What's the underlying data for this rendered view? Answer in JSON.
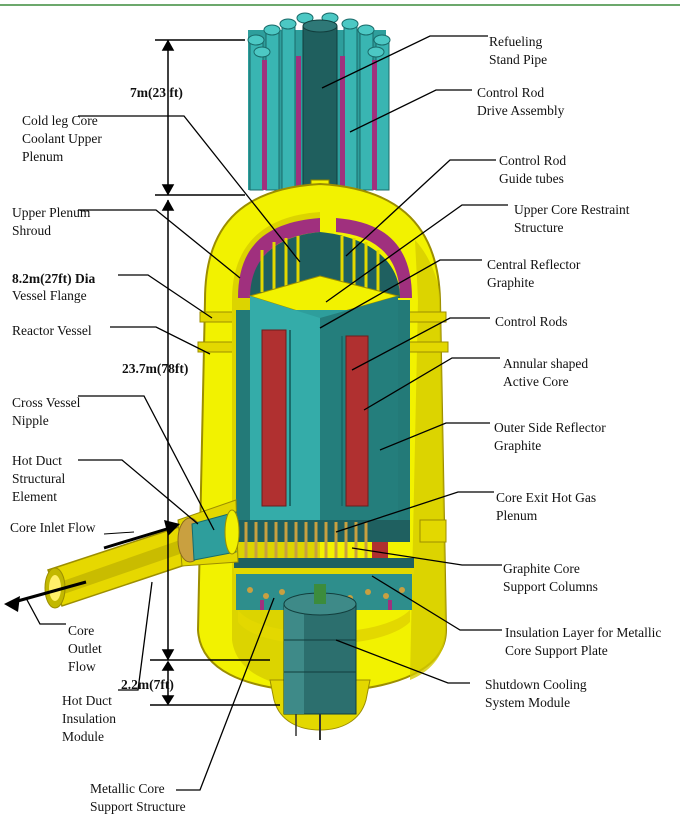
{
  "labels": {
    "refueling_stand_pipe": "Refueling\nStand Pipe",
    "control_rod_drive": "Control Rod\nDrive Assembly",
    "cold_leg_plenum": "Cold leg Core\nCoolant Upper\nPlenum",
    "control_rod_guide": "Control Rod\nGuide tubes",
    "upper_plenum_shroud": "Upper Plenum\nShroud",
    "upper_core_restraint": "Upper Core Restraint\nStructure",
    "vessel_flange_dim": "8.2m(27ft) Dia",
    "vessel_flange": "Vessel Flange",
    "central_reflector": "Central Reflector\nGraphite",
    "reactor_vessel": "Reactor Vessel",
    "control_rods": "Control Rods",
    "annular_core": "Annular shaped\nActive Core",
    "cross_vessel_nipple": "Cross Vessel\nNipple",
    "outer_reflector": "Outer Side Reflector\nGraphite",
    "hot_duct_structural": "Hot Duct\nStructural\nElement",
    "core_exit_plenum": "Core Exit Hot Gas\nPlenum",
    "core_inlet_flow": "Core Inlet Flow",
    "graphite_support_columns": "Graphite Core\nSupport Columns",
    "core_outlet_flow": "Core\nOutlet\nFlow",
    "insulation_layer": "Insulation Layer for Metallic\nCore Support Plate",
    "shutdown_cooling": "Shutdown Cooling\nSystem Module",
    "hot_duct_insulation": "Hot Duct\nInsulation\nModule",
    "metallic_core_support": "Metallic Core\nSupport Structure"
  },
  "dimensions": {
    "top_height": "7m(23 ft)",
    "vessel_height": "23.7m(78ft)",
    "bottom_height": "2.2m(7ft)"
  },
  "colors": {
    "vessel": "#F2F200",
    "vessel_shadow": "#B8A800",
    "teal": "#2E9E9C",
    "teal_dark": "#1A6B6A",
    "magenta": "#A0307E",
    "active_core": "#B03030",
    "column": "#C9A040",
    "accent_green": "#3C8C3C"
  }
}
